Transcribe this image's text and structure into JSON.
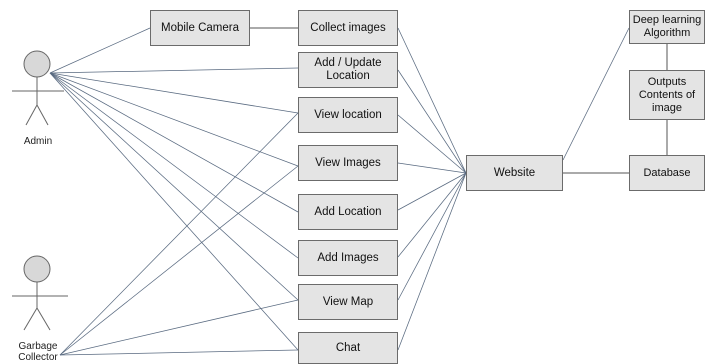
{
  "actors": {
    "admin": {
      "label": "Admin"
    },
    "garbage_collector": {
      "label": "Garbage\nCollector"
    }
  },
  "boxes": {
    "mobile_camera": "Mobile Camera",
    "collect_images": "Collect images",
    "add_update_location": "Add / Update\nLocation",
    "view_location": "View location",
    "view_images": "View Images",
    "add_location": "Add Location",
    "add_images": "Add Images",
    "view_map": "View  Map",
    "chat": "Chat",
    "website": "Website",
    "deep_learning": "Deep learning\nAlgorithm",
    "outputs": "Outputs\nContents of\nimage",
    "database": "Database"
  }
}
